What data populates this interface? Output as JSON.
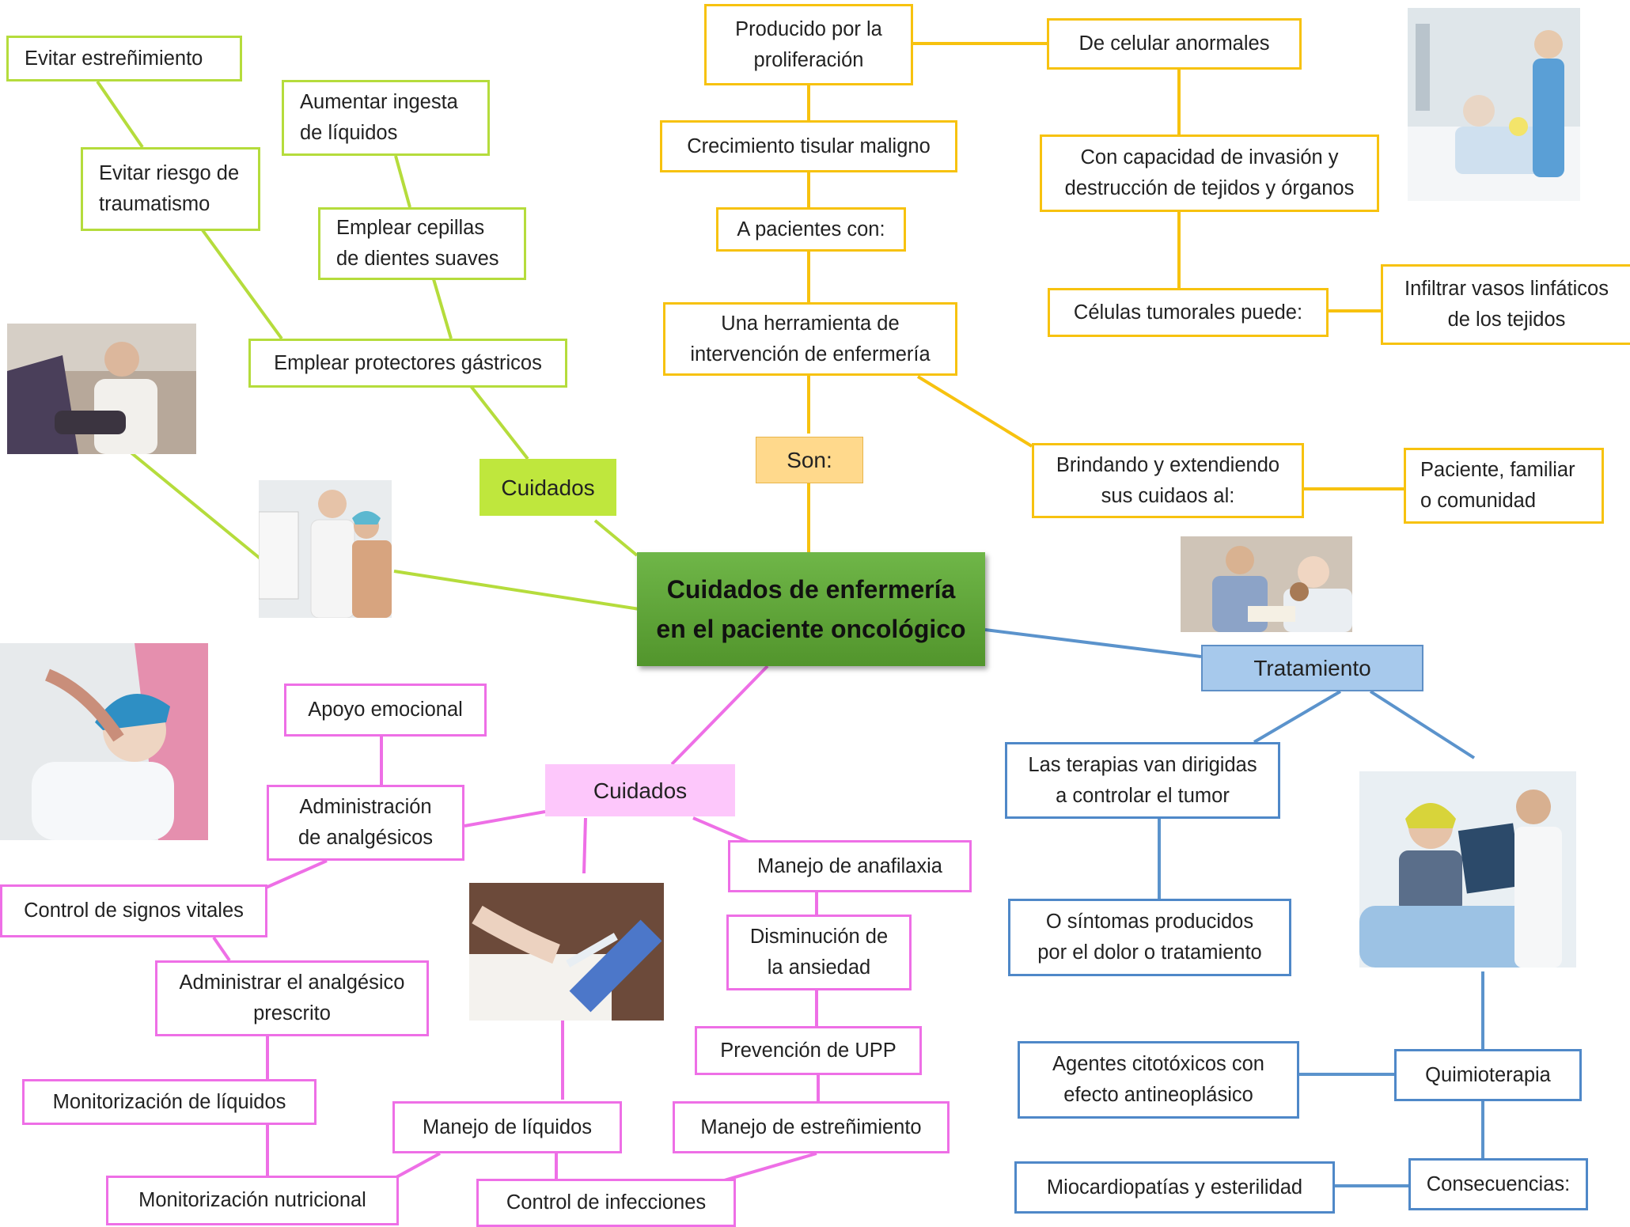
{
  "center": "Cuidados de enfermería\nen el paciente oncológico",
  "top": {
    "category": "Son:",
    "nodes": {
      "producido": "Producido por la\nproliferación",
      "celular": "De celular anormales",
      "crecimiento": "Crecimiento tisular maligno",
      "invasion": "Con capacidad de invasión y\ndestrucción de tejidos y órganos",
      "pacientes": "A pacientes con:",
      "tumorales": "Células tumorales puede:",
      "infiltrar": "Infiltrar vasos linfáticos\nde los tejidos",
      "herramienta": "Una herramienta de\nintervención de enfermería",
      "brindando": "Brindando y extendiendo\nsus cuidaos al:",
      "paciente_familiar": "Paciente,  familiar\no comunidad"
    }
  },
  "left": {
    "category": "Cuidados",
    "nodes": {
      "estrenimiento": "Evitar estreñimiento",
      "liquidos": "Aumentar ingesta\nde líquidos",
      "traumatismo": "Evitar riesgo de\ntraumatismo",
      "cepillas": "Emplear cepillas\nde dientes suaves",
      "protectores": "Emplear protectores gástricos"
    }
  },
  "bottom": {
    "category": "Cuidados",
    "nodes": {
      "apoyo": "Apoyo emocional",
      "analgesicos": "Administración\nde analgésicos",
      "signos": "Control de signos vitales",
      "prescrito": "Administrar el analgésico\nprescrito",
      "mon_liquidos": "Monitorización de líquidos",
      "mon_nutricional": "Monitorización nutricional",
      "manejo_liquidos": "Manejo de líquidos",
      "infecciones": "Control de infecciones",
      "anafilaxia": "Manejo de anafilaxia",
      "ansiedad": "Disminución de\nla ansiedad",
      "upp": "Prevención de UPP",
      "manejo_estrenimiento": "Manejo de estreñimiento"
    }
  },
  "right": {
    "category": "Tratamiento",
    "nodes": {
      "terapias": "Las terapias van dirigidas\na controlar el tumor",
      "sintomas": "O síntomas producidos\npor el dolor o tratamiento",
      "agentes": "Agentes citotóxicos con\nefecto antineoplásico",
      "quimio": "Quimioterapia",
      "miocardio": "Miocardiopatías y esterilidad",
      "consecuencias": "Consecuencias:"
    }
  },
  "colors": {
    "yellow": "#f7c20f",
    "green": "#b5dc3c",
    "magenta": "#ee6fe6",
    "blue": "#5b93cc",
    "center": "#62a83b"
  },
  "photos": [
    "nurse-patient-bed-photo",
    "patient-smiling-photo",
    "doctor-patient-screen-photo",
    "family-reading-photo",
    "nurse-elderly-patient-photo",
    "iv-syringe-photo",
    "doctor-xray-patient-photo"
  ]
}
